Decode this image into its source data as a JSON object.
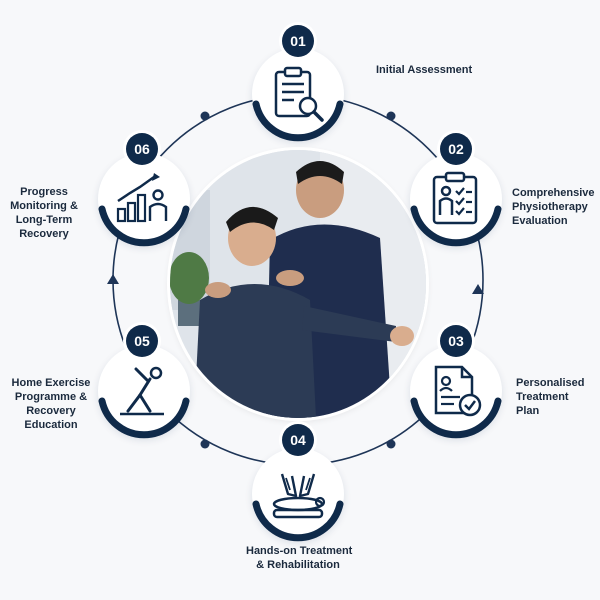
{
  "steps": [
    {
      "number": "01",
      "label": "Initial Assessment",
      "icon": "clipboard-magnifier-icon"
    },
    {
      "number": "02",
      "label": "Comprehensive\nPhysiotherapy\nEvaluation",
      "icon": "checklist-person-icon"
    },
    {
      "number": "03",
      "label": "Personalised\nTreatment\nPlan",
      "icon": "plan-document-check-icon"
    },
    {
      "number": "04",
      "label": "Hands-on Treatment\n& Rehabilitation",
      "icon": "hands-on-massage-icon"
    },
    {
      "number": "05",
      "label": "Home Exercise\nProgramme &\nRecovery\nEducation",
      "icon": "stretching-person-icon"
    },
    {
      "number": "06",
      "label": "Progress\nMonitoring &\nLong-Term\nRecovery",
      "icon": "progress-chart-person-icon"
    }
  ],
  "colors": {
    "navy": "#0f2a4a",
    "ring": "#1e3557",
    "node_bg": "#ffffff",
    "page_bg": "#f7f8fa",
    "text": "#1b2a3d"
  },
  "photo": {
    "subject": "physiotherapist-treating-patient-shoulder-photo"
  }
}
